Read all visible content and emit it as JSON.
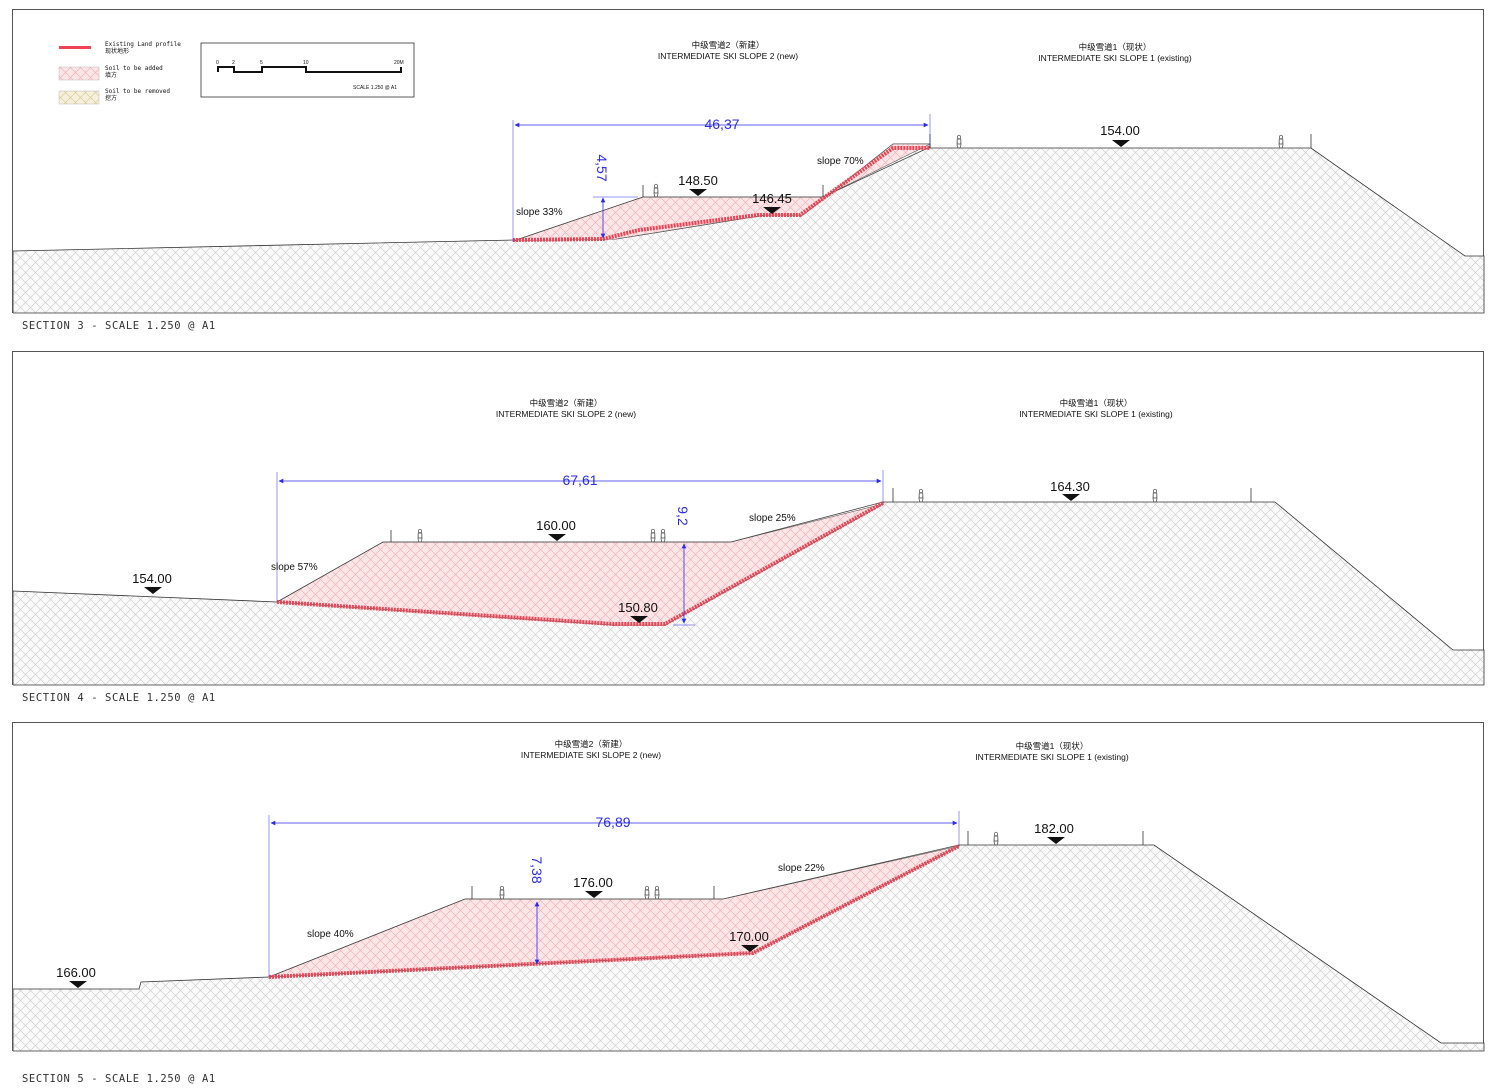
{
  "legend": {
    "existing_land_profile": "Existing Land profile",
    "existing_land_profile_cn": "现状地形",
    "soil_added": "Soil to be added",
    "soil_added_cn": "填方",
    "soil_removed": "Soil to be removed",
    "soil_removed_cn": "挖方"
  },
  "scale_bar": {
    "ticks": [
      "0",
      "2",
      "5",
      "10",
      "20M"
    ],
    "caption": "SCALE 1.250 @ A1"
  },
  "colors": {
    "existing_profile": "#ee4455",
    "fill_added": "#f7c9cc",
    "fill_removed": "#e9dcb4",
    "dimension": "#2b2bf0",
    "ground_hatch": "#cfcfcf"
  },
  "sections": [
    {
      "title": "SECTION 3 - SCALE 1.250 @ A1",
      "new_slope_cn": "中级雪道2（新建）",
      "new_slope_en": "INTERMEDIATE SKI SLOPE 2 (new)",
      "existing_slope_cn": "中级雪道1（现状）",
      "existing_slope_en": "INTERMEDIATE SKI SLOPE 1 (existing)",
      "width_dim": "46,37",
      "depth_dim": "4,57",
      "elevations": [
        "148.50",
        "146.45",
        "154.00"
      ],
      "slopes": [
        "slope 33%",
        "slope 70%"
      ]
    },
    {
      "title": "SECTION 4 - SCALE 1.250 @ A1",
      "new_slope_cn": "中级雪道2（新建）",
      "new_slope_en": "INTERMEDIATE SKI SLOPE 2 (new)",
      "existing_slope_cn": "中级雪道1（现状）",
      "existing_slope_en": "INTERMEDIATE SKI SLOPE 1 (existing)",
      "width_dim": "67,61",
      "depth_dim": "9,2",
      "elevations": [
        "154.00",
        "160.00",
        "150.80",
        "164.30"
      ],
      "slopes": [
        "slope 57%",
        "slope 25%"
      ]
    },
    {
      "title": "SECTION 5 - SCALE 1.250 @ A1",
      "new_slope_cn": "中级雪道2（新建）",
      "new_slope_en": "INTERMEDIATE SKI SLOPE 2 (new)",
      "existing_slope_cn": "中级雪道1（现状）",
      "existing_slope_en": "INTERMEDIATE SKI SLOPE 1 (existing)",
      "width_dim": "76,89",
      "depth_dim": "7,38",
      "elevations": [
        "166.00",
        "176.00",
        "170.00",
        "182.00"
      ],
      "slopes": [
        "slope 40%",
        "slope 22%"
      ]
    }
  ]
}
